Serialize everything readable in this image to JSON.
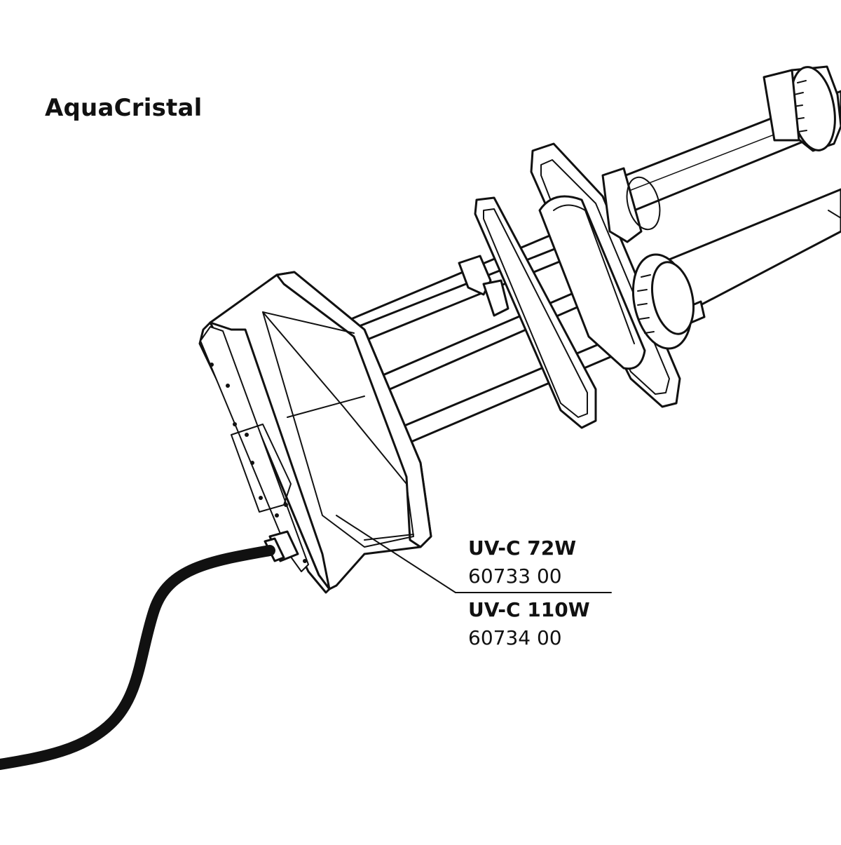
{
  "brand": {
    "title": "AquaCristal"
  },
  "parts": [
    {
      "name": "UV-C 72W",
      "number": "60733 00"
    },
    {
      "name": "UV-C 110W",
      "number": "60734 00"
    }
  ]
}
